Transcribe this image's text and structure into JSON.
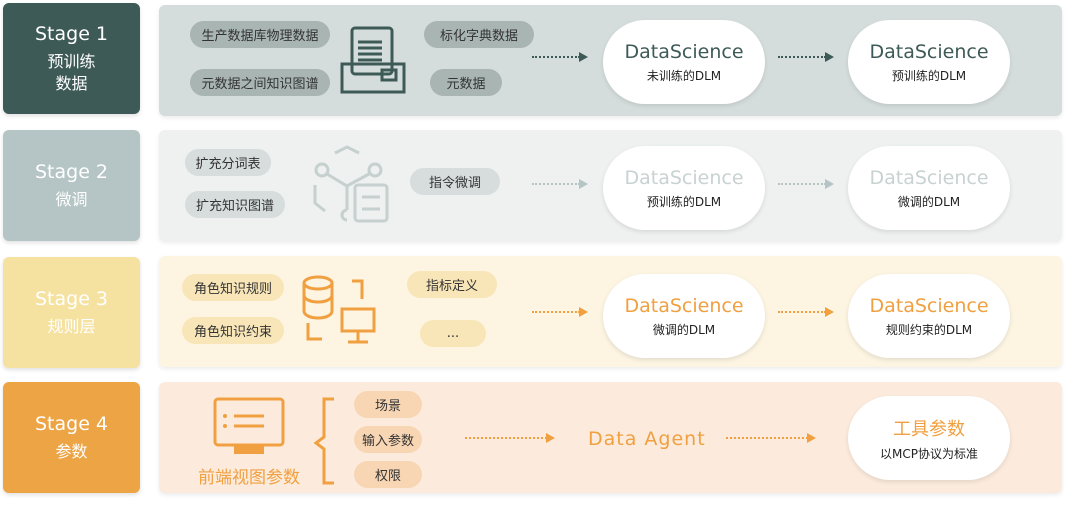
{
  "stages": [
    {
      "title": "Stage 1",
      "subtitle": "预训练\n数据",
      "items": [
        "生产数据库物理数据",
        "元数据之间知识图谱",
        "标化字典数据",
        "元数据"
      ],
      "icon": "archive-box-icon",
      "model_from": {
        "name": "DataScience",
        "desc": "未训练的DLM"
      },
      "model_to": {
        "name": "DataScience",
        "desc": "预训练的DLM"
      }
    },
    {
      "title": "Stage 2",
      "subtitle": "微调",
      "items": [
        "扩充分词表",
        "扩充知识图谱",
        "指令微调"
      ],
      "icon": "network-settings-icon",
      "model_from": {
        "name": "DataScience",
        "desc": "预训练的DLM"
      },
      "model_to": {
        "name": "DataScience",
        "desc": "微调的DLM"
      }
    },
    {
      "title": "Stage 3",
      "subtitle": "规则层",
      "items": [
        "角色知识规则",
        "角色知识约束",
        "指标定义",
        "..."
      ],
      "icon": "database-monitor-icon",
      "model_from": {
        "name": "DataScience",
        "desc": "微调的DLM"
      },
      "model_to": {
        "name": "DataScience",
        "desc": "规则约束的DLM"
      }
    },
    {
      "title": "Stage 4",
      "subtitle": "参数",
      "view_label": "前端视图参数",
      "items": [
        "场景",
        "输入参数",
        "权限"
      ],
      "icon": "screen-list-icon",
      "agent": "Data Agent",
      "result": {
        "name": "工具参数",
        "desc": "以MCP协议为标准"
      }
    }
  ],
  "colors": {
    "stage1": "#3d5a57",
    "stage2": "#b5c4c4",
    "stage3": "#f6e2a0",
    "stage4": "#eda445"
  }
}
